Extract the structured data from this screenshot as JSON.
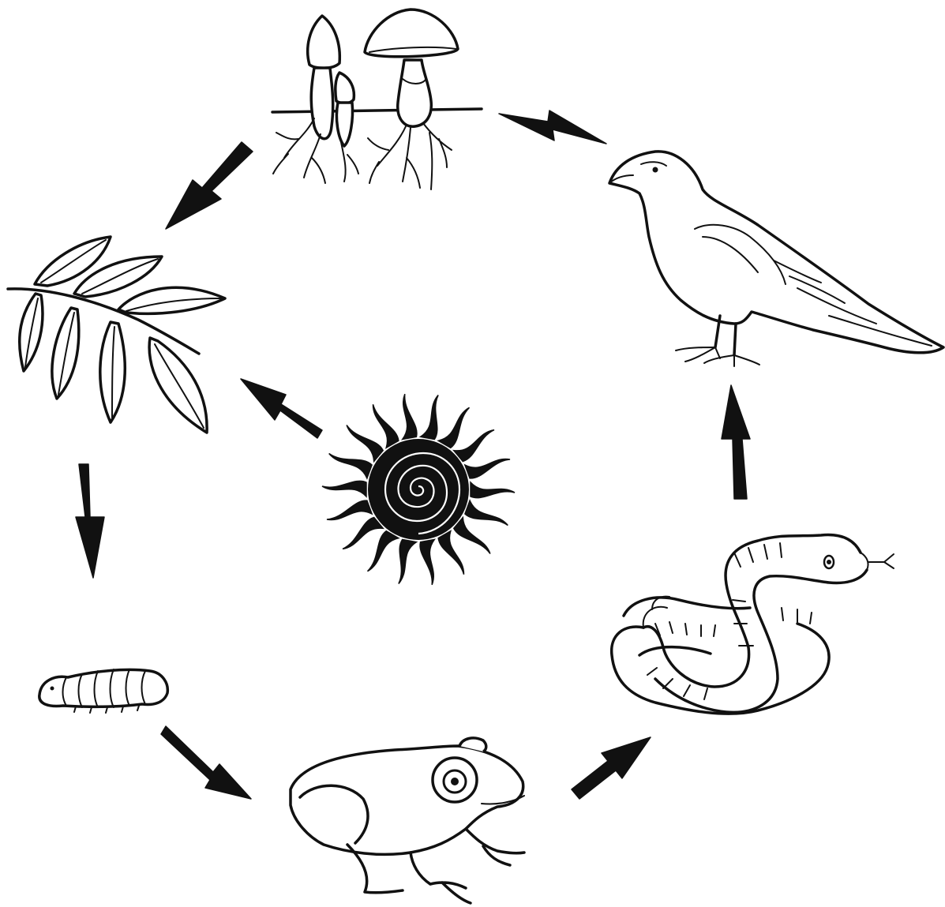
{
  "diagram": {
    "kind": "food-cycle",
    "style": "black-and-white line illustration",
    "ink_color": "#111111",
    "background_color": "#ffffff",
    "nodes": [
      {
        "id": "fungi",
        "depicts": "mushrooms-icon"
      },
      {
        "id": "leaves",
        "depicts": "leaf-branch-icon"
      },
      {
        "id": "sun",
        "depicts": "sun-icon"
      },
      {
        "id": "larva",
        "depicts": "larva-icon"
      },
      {
        "id": "frog",
        "depicts": "frog-icon"
      },
      {
        "id": "snake",
        "depicts": "snake-icon"
      },
      {
        "id": "hawk",
        "depicts": "hawk-icon"
      }
    ],
    "edges": [
      {
        "from": "hawk",
        "to": "fungi"
      },
      {
        "from": "fungi",
        "to": "leaves"
      },
      {
        "from": "sun",
        "to": "leaves"
      },
      {
        "from": "leaves",
        "to": "larva"
      },
      {
        "from": "larva",
        "to": "frog"
      },
      {
        "from": "frog",
        "to": "snake"
      },
      {
        "from": "snake",
        "to": "hawk"
      }
    ]
  }
}
